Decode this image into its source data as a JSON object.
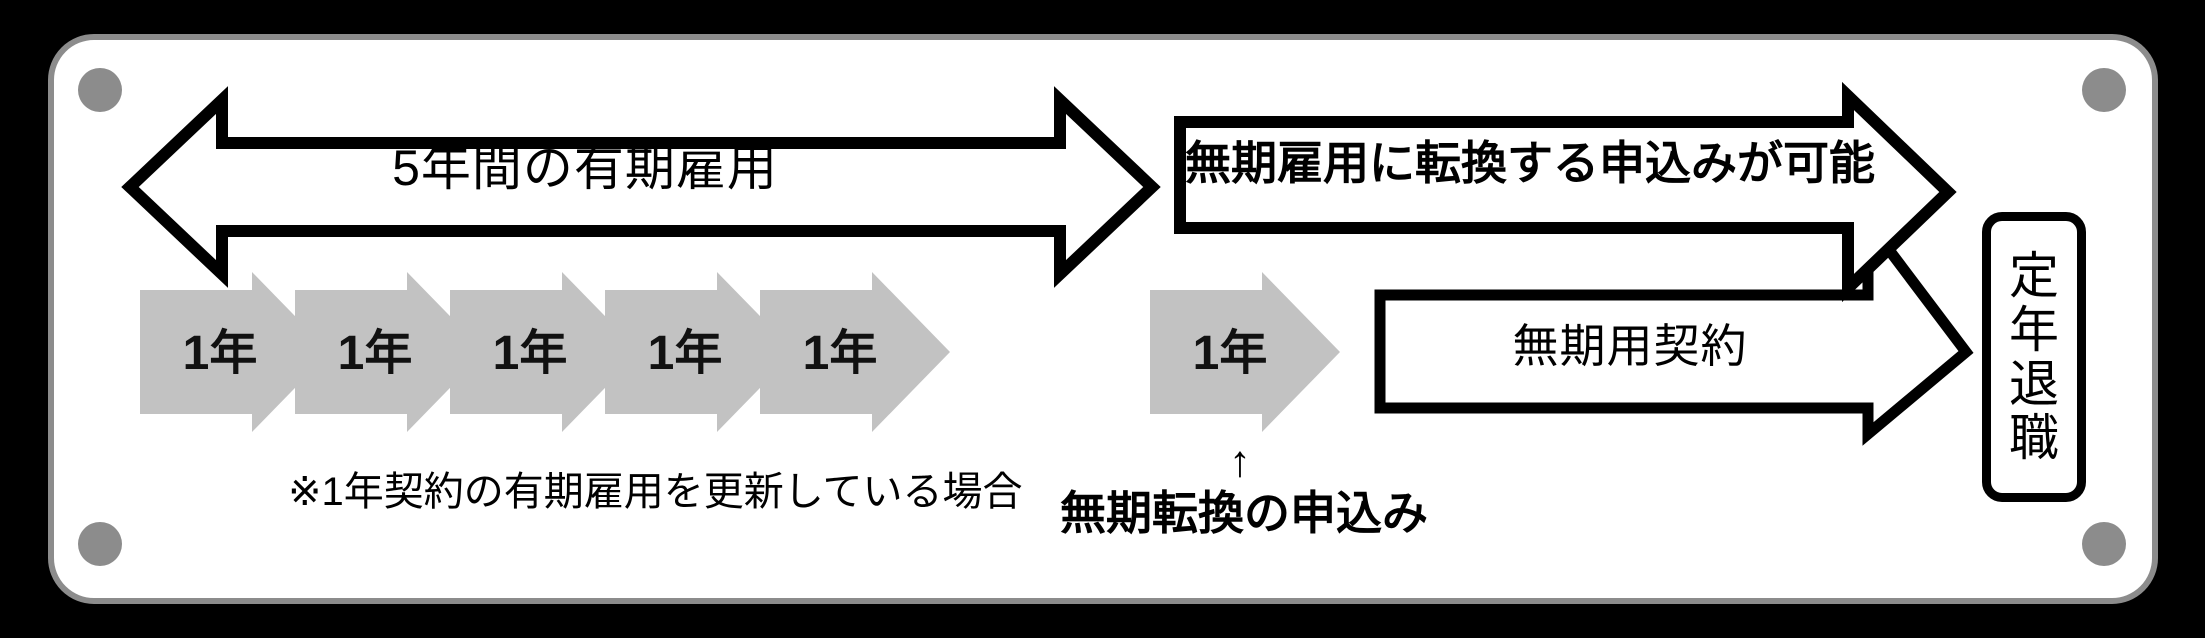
{
  "figure": {
    "title": "無期転換ルールの説明図",
    "panel": {
      "background_color": "#ffffff",
      "border_color": "#8c8c8c",
      "outside_color": "#000000"
    },
    "screws": [
      {
        "name": "screw-top-left",
        "color": "#8c8c8c"
      },
      {
        "name": "screw-top-right",
        "color": "#8c8c8c"
      },
      {
        "name": "screw-bottom-left",
        "color": "#8c8c8c"
      },
      {
        "name": "screw-bottom-right",
        "color": "#8c8c8c"
      }
    ]
  },
  "arrows": {
    "fixed_term_span": {
      "label": "5年間の有期雇用",
      "style": "double-headed hollow arrow",
      "fill": "#ffffff",
      "stroke": "#000000",
      "bold": false
    },
    "conversion_right": {
      "label": "無期雇用に転換する申込みが可能",
      "style": "right hollow arrow, flat tail",
      "fill": "#ffffff",
      "stroke": "#000000",
      "bold": true
    },
    "indefinite_contract": {
      "label": "無期用契約",
      "style": "right hollow arrow, flat tail",
      "fill": "#ffffff",
      "stroke": "#000000",
      "bold": false
    }
  },
  "year_arrows": {
    "fill": "#c2c2c2",
    "count": 6,
    "items": [
      {
        "label": "1年"
      },
      {
        "label": "1年"
      },
      {
        "label": "1年"
      },
      {
        "label": "1年"
      },
      {
        "label": "1年"
      },
      {
        "label": "1年"
      }
    ]
  },
  "annotations": {
    "note": "※1年契約の有期雇用を更新している場合",
    "up_arrow_glyph": "↑",
    "application_label": "無期転換の申込み"
  },
  "retirement_box": {
    "chars": [
      "定",
      "年",
      "退",
      "職"
    ],
    "text": "定年退職",
    "border_color": "#000000",
    "fill": "#ffffff"
  },
  "chart_data": {
    "type": "diagram",
    "title": "無期転換ルール（5年間の有期雇用 → 無期転換申込み → 無期用契約 → 定年退職）",
    "timeline_units": "年",
    "segments": [
      {
        "order": 1,
        "label": "1年",
        "kind": "fixed-term-year"
      },
      {
        "order": 2,
        "label": "1年",
        "kind": "fixed-term-year"
      },
      {
        "order": 3,
        "label": "1年",
        "kind": "fixed-term-year"
      },
      {
        "order": 4,
        "label": "1年",
        "kind": "fixed-term-year"
      },
      {
        "order": 5,
        "label": "1年",
        "kind": "fixed-term-year"
      },
      {
        "order": 6,
        "label": "1年",
        "kind": "conversion-eligible-year"
      }
    ],
    "spans": [
      {
        "label": "5年間の有期雇用",
        "covers_segments": [
          1,
          5
        ],
        "arrow": "double"
      },
      {
        "label": "無期雇用に転換する申込みが可能",
        "covers_segments": [
          6,
          6
        ],
        "arrow": "right"
      },
      {
        "label": "無期用契約",
        "covers_segments": [
          7,
          7
        ],
        "arrow": "right"
      }
    ],
    "endpoint": "定年退職",
    "notes": [
      "※1年契約の有期雇用を更新している場合",
      "無期転換の申込み"
    ]
  }
}
